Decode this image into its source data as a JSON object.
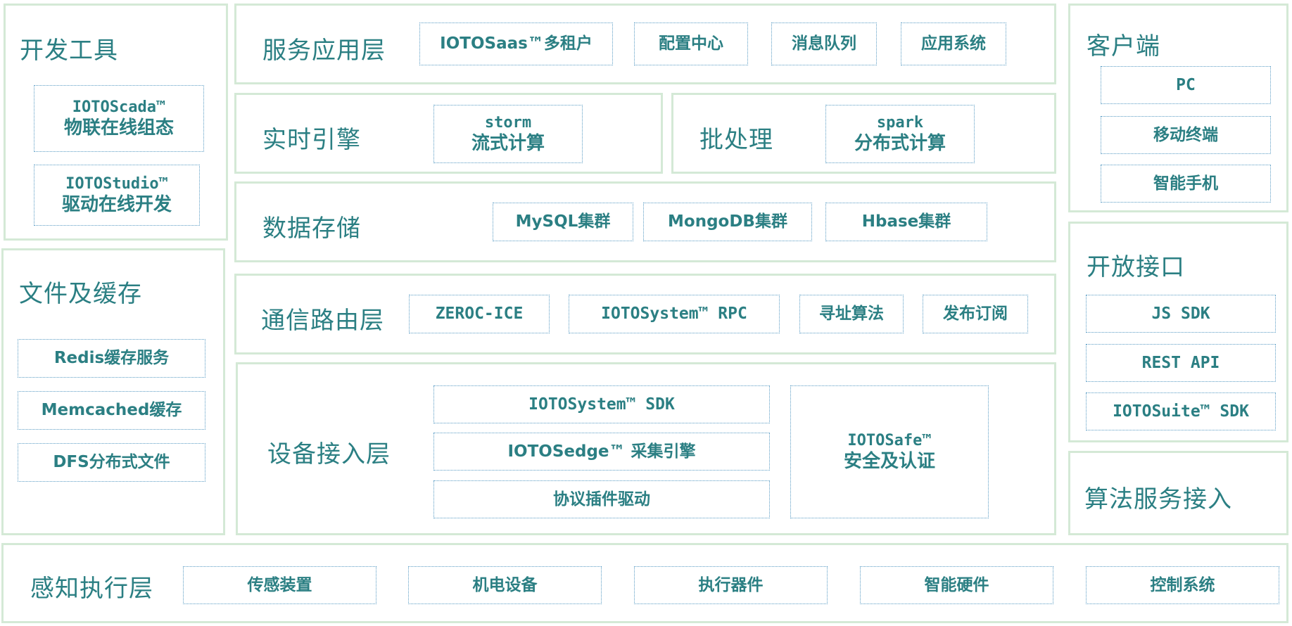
{
  "dev_tools": {
    "title": "开发工具",
    "items": [
      {
        "line1": "IOTOScada™",
        "line2": "物联在线组态"
      },
      {
        "line1": "IOTOStudio™",
        "line2": "驱动在线开发"
      }
    ]
  },
  "file_cache": {
    "title": "文件及缓存",
    "items": [
      "Redis缓存服务",
      "Memcached缓存",
      "DFS分布式文件"
    ]
  },
  "service_layer": {
    "title": "服务应用层",
    "items": [
      "IOTOSaas™多租户",
      "配置中心",
      "消息队列",
      "应用系统"
    ]
  },
  "realtime": {
    "title": "实时引擎",
    "item": {
      "line1": "storm",
      "line2": "流式计算"
    }
  },
  "batch": {
    "title": "批处理",
    "item": {
      "line1": "spark",
      "line2": "分布式计算"
    }
  },
  "storage": {
    "title": "数据存储",
    "items": [
      "MySQL集群",
      "MongoDB集群",
      "Hbase集群"
    ]
  },
  "routing": {
    "title": "通信路由层",
    "items": [
      "ZEROC-ICE",
      "IOTOSystem™ RPC",
      "寻址算法",
      "发布订阅"
    ]
  },
  "device_access": {
    "title": "设备接入层",
    "items": [
      "IOTOSystem™ SDK",
      "IOTOSedge™ 采集引擎",
      "协议插件驱动"
    ],
    "safe": {
      "line1": "IOTOSafe™",
      "line2": "安全及认证"
    }
  },
  "client": {
    "title": "客户端",
    "items": [
      "PC",
      "移动终端",
      "智能手机"
    ]
  },
  "open_api": {
    "title": "开放接口",
    "items": [
      "JS SDK",
      "REST API",
      "IOTOSuite™ SDK"
    ]
  },
  "algo": {
    "title": "算法服务接入"
  },
  "perception": {
    "title": "感知执行层",
    "items": [
      "传感装置",
      "机电设备",
      "执行器件",
      "智能硬件",
      "控制系统"
    ]
  },
  "colors": {
    "panel_border": "#d4e9d6",
    "text": "#2b7f83",
    "box_border": "#5a9cc4"
  }
}
